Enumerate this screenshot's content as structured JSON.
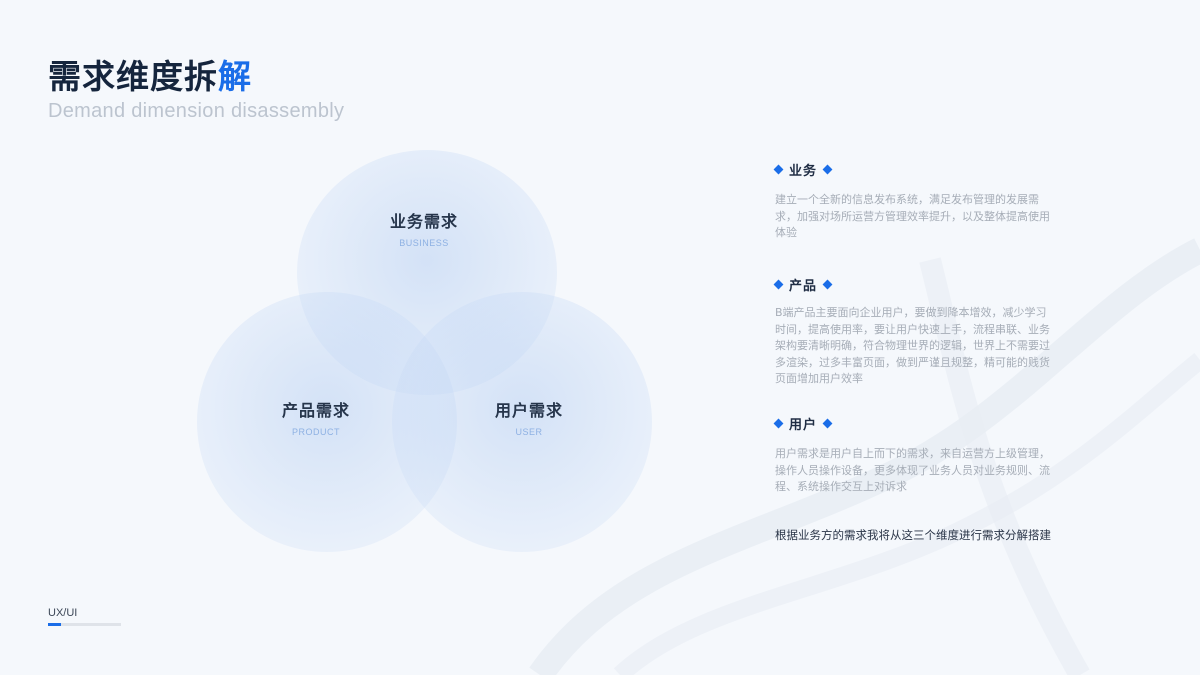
{
  "header": {
    "title_main": "需求维度拆",
    "title_accent": "解",
    "subtitle": "Demand dimension disassembly"
  },
  "diagram": {
    "circles": [
      {
        "cn": "业务需求",
        "en": "BUSINESS"
      },
      {
        "cn": "产品需求",
        "en": "PRODUCT"
      },
      {
        "cn": "用户需求",
        "en": "USER"
      }
    ]
  },
  "info": [
    {
      "label": "业务",
      "body": "建立一个全新的信息发布系统，满足发布管理的发展需求，加强对场所运营方管理效率提升，以及整体提高使用体验"
    },
    {
      "label": "产品",
      "body": "B端产品主要面向企业用户，要做到降本增效，减少学习时间，提高使用率，要让用户快速上手，流程串联、业务架构要清晰明确，符合物理世界的逻辑，世界上不需要过多渲染，过多丰富页面，做到严谨且规整，精可能的贱货页面增加用户效率"
    },
    {
      "label": "用户",
      "body": "用户需求是用户自上而下的需求，来自运营方上级管理，操作人员操作设备，更多体现了业务人员对业务规则、流程、系统操作交互上对诉求"
    }
  ],
  "conclusion": "根据业务方的需求我将从这三个维度进行需求分解搭建",
  "footer": {
    "tag": "UX/UI",
    "progress": 0.18
  },
  "colors": {
    "accent": "#1a6de8",
    "title": "#15253d",
    "circle": "#abc7f0"
  }
}
